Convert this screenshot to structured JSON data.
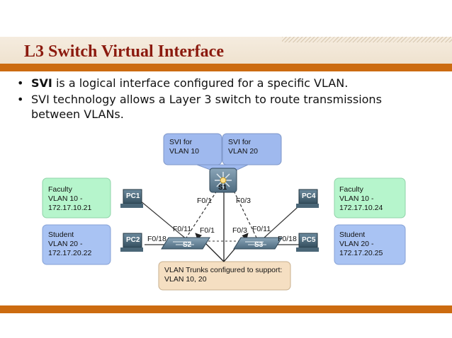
{
  "title": "L3 Switch Virtual Interface",
  "bullets": {
    "b1_bold": "SVI",
    "b1_rest": " is a logical interface configured for a specific VLAN.",
    "b2_line1": "SVI technology allows a Layer 3 switch to route transmissions",
    "b2_line2": "between VLANs."
  },
  "diagram": {
    "svi10": {
      "line1": "SVI for",
      "line2": "VLAN 10"
    },
    "svi20": {
      "line1": "SVI for",
      "line2": "VLAN 20"
    },
    "faculty_left": {
      "line1": "Faculty",
      "line2": "VLAN 10 -",
      "line3": "172.17.10.21"
    },
    "student_left": {
      "line1": "Student",
      "line2": "VLAN 20 -",
      "line3": "172.17.20.22"
    },
    "faculty_right": {
      "line1": "Faculty",
      "line2": "VLAN 10 -",
      "line3": "172.17.10.24"
    },
    "student_right": {
      "line1": "Student",
      "line2": "VLAN 20 -",
      "line3": "172.17.20.25"
    },
    "trunks": {
      "line1": "VLAN Trunks configured to support:",
      "line2": "VLAN 10, 20"
    },
    "devices": {
      "s1": "S1",
      "s2": "S2",
      "s3": "S3",
      "pc1": "PC1",
      "pc2": "PC2",
      "pc4": "PC4",
      "pc5": "PC5"
    },
    "ports": {
      "s1_left": "F0/1",
      "s1_right": "F0/3",
      "s2_up": "F0/11",
      "s2_right": "F0/1",
      "s2_left": "F0/18",
      "s3_left": "F0/3",
      "s3_up": "F0/11",
      "s3_right": "F0/18"
    }
  },
  "colors": {
    "title": "#8b1a0e",
    "rule": "#cc6b10",
    "svi_box": "#9fb9ee",
    "vlan10_box": "#b6f5cc",
    "vlan20_box": "#a9c3f3",
    "trunk_box": "#f5dfc2"
  }
}
